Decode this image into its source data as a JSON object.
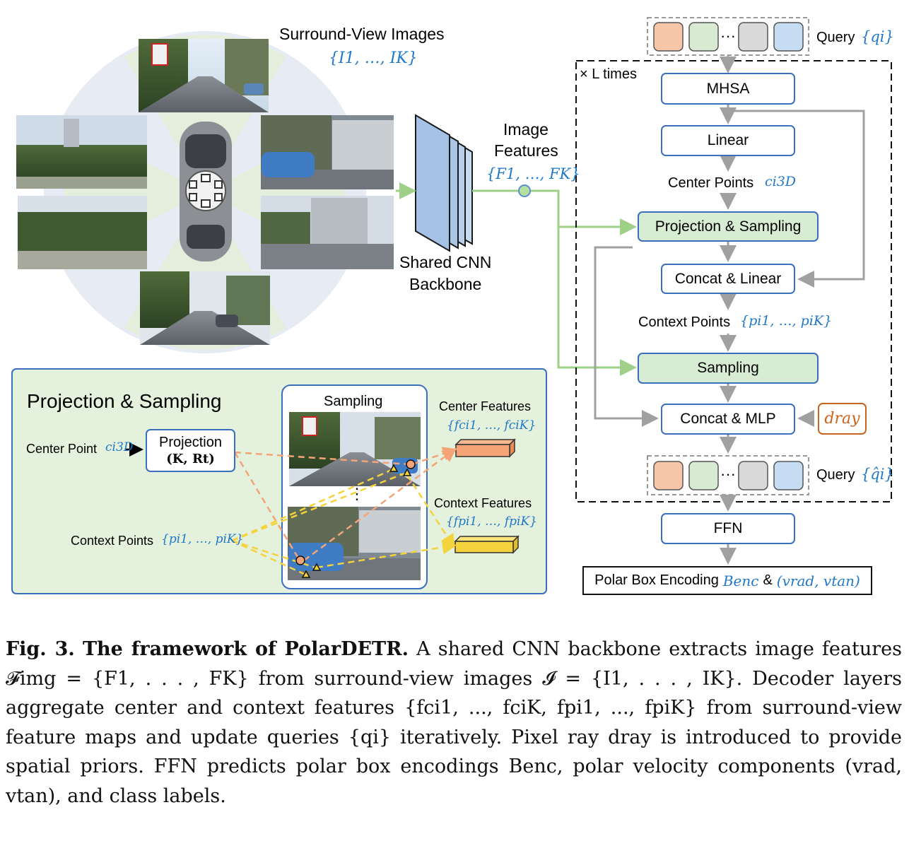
{
  "figure": {
    "surround_view_title": "Surround-View Images",
    "surround_view_set": "{I1, …, IK}",
    "backbone_label_1": "Shared CNN",
    "backbone_label_2": "Backbone",
    "image_features_1": "Image",
    "image_features_2": "Features",
    "image_features_set": "{F1, …, FK}",
    "query_label": "Query",
    "query_symbol": "{qi}",
    "query_out_label": "Query",
    "query_out_symbol": "{q̂i}",
    "times_label": "× L times",
    "dots": "···",
    "blocks": {
      "mhsa": "MHSA",
      "linear": "Linear",
      "center_points": "Center Points",
      "center_points_symbol": "ci3D",
      "projection_sampling": "Projection & Sampling",
      "concat_linear": "Concat & Linear",
      "context_points": "Context Points",
      "context_points_symbol": "{pi1, …, piK}",
      "sampling": "Sampling",
      "concat_mlp": "Concat & MLP",
      "d_ray": "dray",
      "ffn": "FFN",
      "polar_box": "Polar Box Encoding",
      "b_enc": "Benc",
      "amp": "&",
      "velocity": "(vrad, vtan)"
    },
    "inset": {
      "title": "Projection & Sampling",
      "center_point": "Center Point",
      "center_point_symbol": "ci3D",
      "projection": "Projection",
      "projection_args": "(K, Rt)",
      "context_points": "Context Points",
      "context_points_symbol": "{pi1, …, piK}",
      "sampling_title": "Sampling",
      "vdots": "⋮",
      "center_features": "Center Features",
      "center_features_symbol": "{fci1, …, fciK}",
      "context_features": "Context Features",
      "context_features_symbol": "{fpi1, …, fpiK}"
    },
    "colors": {
      "blue_text": "#1f78c8",
      "box_border": "#3a6fbf",
      "green_fill": "#d8ecd4",
      "green_arrow": "#9fd088",
      "gray_arrow": "#a0a0a0",
      "orange": "#f4a477",
      "yellow": "#f5d33c",
      "ray_orange": "#c8641e",
      "query_colors": [
        "#f7c6a8",
        "#d9ead3",
        "#d9d9d9",
        "#c5dcf2"
      ]
    }
  },
  "caption": {
    "fig_label": "Fig. 3.",
    "title": "The framework of PolarDETR.",
    "body": "A shared CNN backbone extracts image features 𝓕img = {F1, . . . , FK} from surround-view images 𝓘 = {I1, . . . , IK}. Decoder layers aggregate center and context features {fci1, ..., fciK, fpi1, ..., fpiK} from surround-view feature maps and update queries {qi} iteratively. Pixel ray dray is introduced to provide spatial priors. FFN predicts polar box encodings Benc, polar velocity components (vrad, vtan), and class labels."
  }
}
